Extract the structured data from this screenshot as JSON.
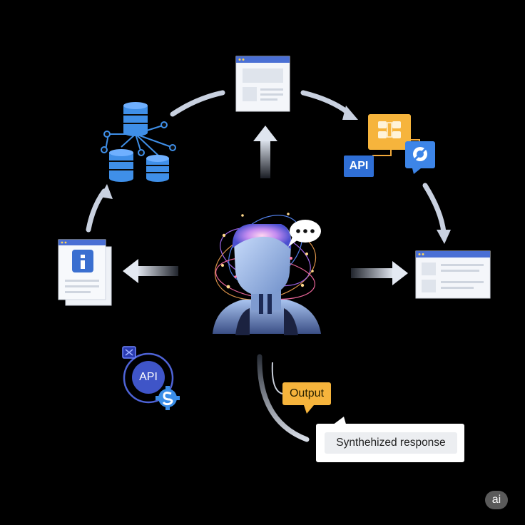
{
  "output_callout": {
    "label": "Output"
  },
  "response_box": {
    "label": "Synthehized response"
  },
  "api_badge": {
    "label": "API"
  },
  "api_circle": {
    "label": "API"
  },
  "watermark": {
    "label": "ai"
  },
  "colors": {
    "background": "#000000",
    "arc": "#c9d1e0",
    "window_header": "#4a6fd4",
    "database_blue": "#3f8fe8",
    "output_orange": "#f6b43c",
    "api_blue": "#2f6fd6",
    "connector": "#7aa0ff"
  },
  "icons": [
    "database-network-icon",
    "browser-window-icon",
    "api-module-icon",
    "info-document-icon",
    "api-settings-icon",
    "ai-head-icon",
    "speech-bubble-icon"
  ]
}
